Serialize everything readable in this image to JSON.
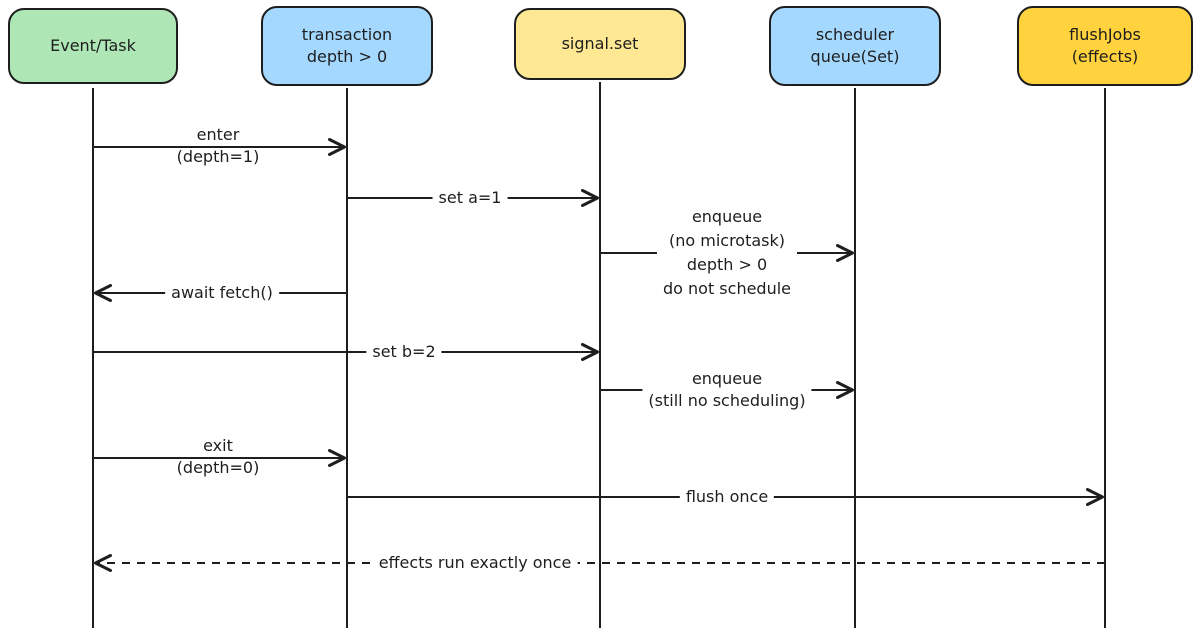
{
  "diagram": {
    "type": "sequence-diagram",
    "background": "#ffffff"
  },
  "colors": {
    "actor_green": "#aee6b6",
    "actor_blue": "#a5d8ff",
    "actor_yellow": "#ffe893",
    "actor_gold": "#ffd23e",
    "stroke": "#1e1e1e"
  },
  "actors": [
    {
      "label": "Event/Task",
      "color": "#aee6b6"
    },
    {
      "label": "transaction\ndepth > 0",
      "color": "#a5d8ff"
    },
    {
      "label": "signal.set",
      "color": "#ffe893"
    },
    {
      "label": "scheduler\nqueue(Set)",
      "color": "#a5d8ff"
    },
    {
      "label": "flushJobs\n(effects)",
      "color": "#ffd23e"
    }
  ],
  "messages": [
    {
      "from": "Event/Task",
      "to": "transaction depth > 0",
      "label": "enter\n(depth=1)",
      "style": "solid"
    },
    {
      "from": "transaction depth > 0",
      "to": "signal.set",
      "label": "set a=1",
      "style": "solid"
    },
    {
      "from": "signal.set",
      "to": "scheduler queue(Set)",
      "label": "enqueue\n(no microtask)\ndepth > 0\ndo not schedule",
      "style": "solid"
    },
    {
      "from": "transaction depth > 0",
      "to": "Event/Task",
      "label": "await fetch()",
      "style": "solid"
    },
    {
      "from": "Event/Task",
      "to": "signal.set",
      "label": "set b=2",
      "style": "solid"
    },
    {
      "from": "signal.set",
      "to": "scheduler queue(Set)",
      "label": "enqueue\n(still no scheduling)",
      "style": "solid"
    },
    {
      "from": "Event/Task",
      "to": "transaction depth > 0",
      "label": "exit\n(depth=0)",
      "style": "solid"
    },
    {
      "from": "transaction depth > 0",
      "to": "flushJobs (effects)",
      "label": "flush once",
      "style": "solid"
    },
    {
      "from": "flushJobs (effects)",
      "to": "Event/Task",
      "label": "effects run exactly once",
      "style": "dashed"
    }
  ]
}
